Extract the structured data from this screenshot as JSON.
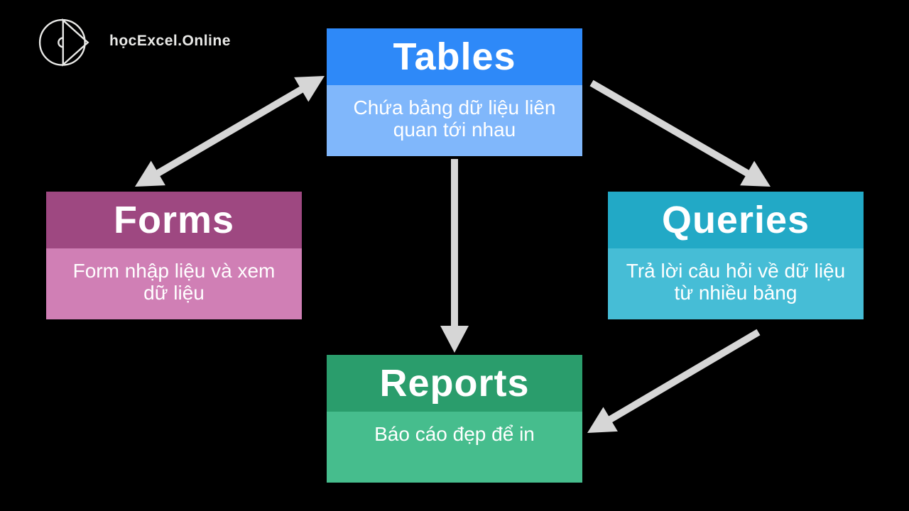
{
  "canvas": {
    "background_color": "#000000",
    "arrow_color": "#D6D6D6"
  },
  "logo": {
    "text": "họcExcel.Online",
    "icon": "play-triangle-in-circle-icon",
    "color": "#E9E9E7"
  },
  "nodes": [
    {
      "id": "tables",
      "title": "Tables",
      "description": "Chứa bảng dữ liệu liên quan tới nhau",
      "header_color": "#2E89F8",
      "body_color": "#80B7FB"
    },
    {
      "id": "forms",
      "title": "Forms",
      "description": "Form nhập liệu và xem dữ liệu",
      "header_color": "#9E4881",
      "body_color": "#D07FB5"
    },
    {
      "id": "queries",
      "title": "Queries",
      "description": "Trả lời câu hỏi về dữ liệu từ nhiều bảng",
      "header_color": "#22A9C6",
      "body_color": "#46BDD6"
    },
    {
      "id": "reports",
      "title": "Reports",
      "description": "Báo cáo đẹp để in",
      "header_color": "#2A9D6C",
      "body_color": "#46BD8D"
    }
  ],
  "arrows": [
    {
      "from": "forms",
      "to": "tables",
      "type": "bidirectional"
    },
    {
      "from": "tables",
      "to": "queries",
      "type": "one-way"
    },
    {
      "from": "tables",
      "to": "reports",
      "type": "one-way"
    },
    {
      "from": "queries",
      "to": "reports",
      "type": "one-way"
    }
  ]
}
